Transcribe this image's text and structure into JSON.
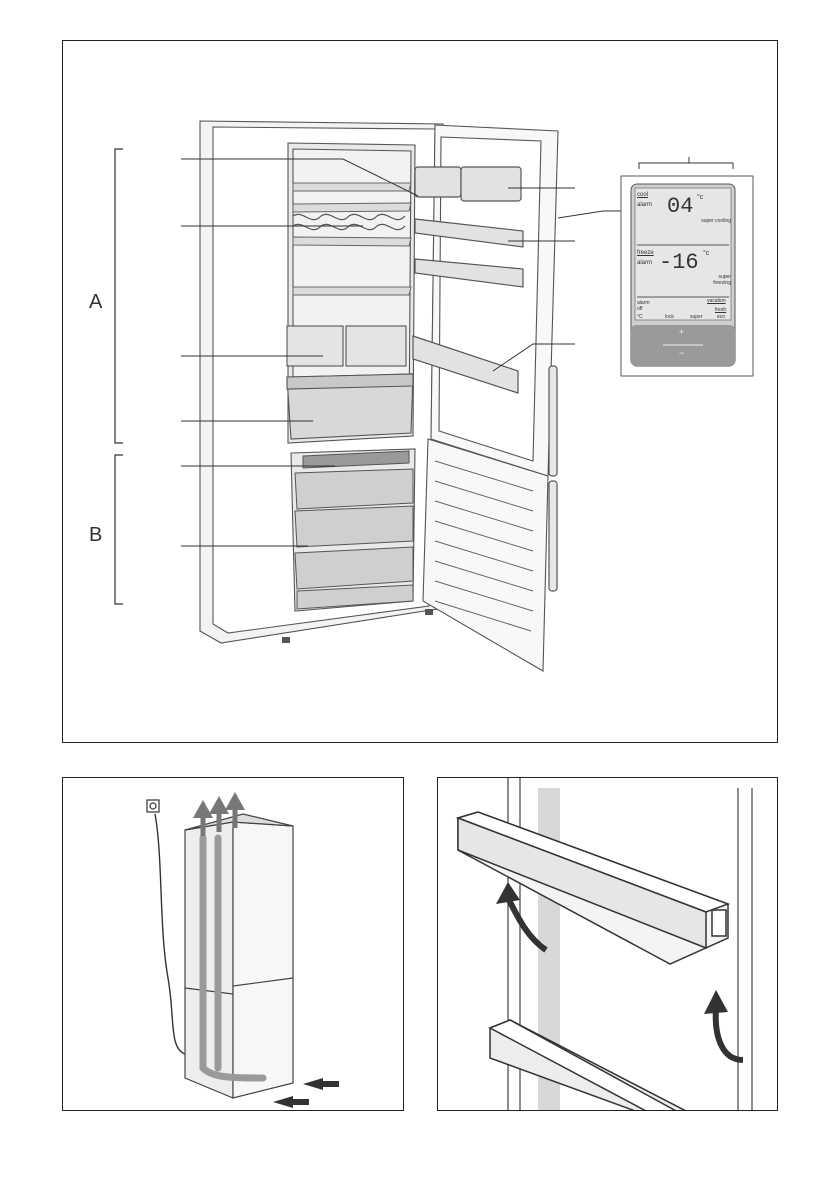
{
  "sections": {
    "a": "A",
    "b": "B"
  },
  "display": {
    "cool_label": "cool",
    "alarm_label_1": "alarm",
    "fridge_temp": "04",
    "fridge_unit": "°c",
    "super_cooling": "super cooling",
    "freeze_label": "freeze",
    "alarm_label_2": "alarm",
    "freezer_temp": "-16",
    "freezer_unit": "°c",
    "super_freezing": "super freezing",
    "alarm_off": "alarm off",
    "vacation": "vacation",
    "fresh": "fresh",
    "unit_c": "°C",
    "lock": "lock",
    "super": "super",
    "eco": "eco",
    "plus": "+",
    "minus": "−"
  }
}
